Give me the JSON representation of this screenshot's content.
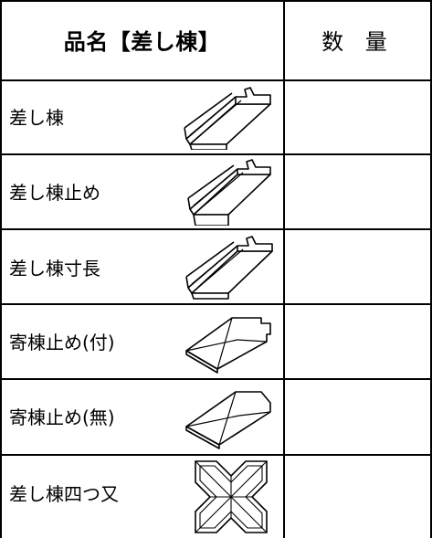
{
  "table": {
    "header": {
      "name": "品名【差し棟】",
      "qty": "数 量"
    },
    "rows": [
      {
        "label": "差し棟",
        "icon": "sashimune-icon"
      },
      {
        "label": "差し棟止め",
        "icon": "sashimune-stop-icon"
      },
      {
        "label": "差し棟寸長",
        "icon": "sashimune-long-icon"
      },
      {
        "label": "寄棟止め(付)",
        "icon": "yosemune-stop-with-icon"
      },
      {
        "label": "寄棟止め(無)",
        "icon": "yosemune-stop-without-icon"
      },
      {
        "label": "差し棟四つ又",
        "icon": "sashimune-four-way-icon"
      }
    ],
    "quantities": [
      "",
      "",
      "",
      "",
      "",
      ""
    ]
  }
}
